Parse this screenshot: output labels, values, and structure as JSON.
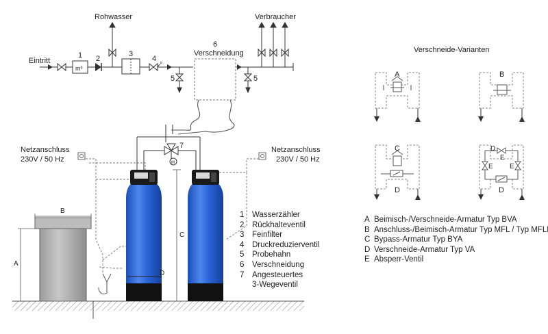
{
  "labels": {
    "eintritt": "Eintritt",
    "rohwasser": "Rohwasser",
    "verbraucher": "Verbraucher",
    "verschneidung_num": "6",
    "verschneidung": "Verschneidung",
    "netz_left_1": "Netzanschluss",
    "netz_left_2": "230V / 50 Hz",
    "netz_right_1": "Netzanschluss",
    "netz_right_2": "230V / 50 Hz",
    "varianten_title": "Verschneide-Varianten",
    "meter_unit": "m³",
    "dim_a": "A",
    "dim_b": "B",
    "dim_c": "C",
    "dim_d": "D",
    "p_mark": "P",
    "motor_mark": "M"
  },
  "markers": {
    "n1": "1",
    "n2": "2",
    "n3": "3",
    "n4": "4",
    "n5_left": "5",
    "n5_right": "5",
    "n7": "7"
  },
  "variant_letters": {
    "a": "A",
    "b": "B",
    "c": "C",
    "d1": "D",
    "d2": "D",
    "d_top": "D",
    "e_top": "E",
    "e_left": "E",
    "e_right": "E"
  },
  "legend_numbers": [
    {
      "num": "1",
      "text": "Wasserzähler"
    },
    {
      "num": "2",
      "text": "Rückhalteventil"
    },
    {
      "num": "3",
      "text": "Feinfilter"
    },
    {
      "num": "4",
      "text": "Druckreduzierventil"
    },
    {
      "num": "5",
      "text": "Probehahn"
    },
    {
      "num": "6",
      "text": "Verschneidung"
    },
    {
      "num": "7",
      "text": "Angesteuertes",
      "text2": "3-Wegeventil"
    }
  ],
  "legend_letters": [
    {
      "num": "A",
      "text": "Beimisch-/Verschneide-Armatur Typ BVA"
    },
    {
      "num": "B",
      "text": "Anschluss-/Beimisch-Armatur Typ MFL / Typ MFLD"
    },
    {
      "num": "C",
      "text": "Bypass-Armatur Typ BYA"
    },
    {
      "num": "D",
      "text": "Verschneide-Armatur Typ VA"
    },
    {
      "num": "E",
      "text": "Absperr-Ventil"
    }
  ],
  "colors": {
    "tank_blue": "#1f5fd6",
    "tank_blue_light": "#5a8ff0",
    "tank_base": "#111111",
    "brine_gray": "#a8a8a8",
    "line": "#333333"
  }
}
